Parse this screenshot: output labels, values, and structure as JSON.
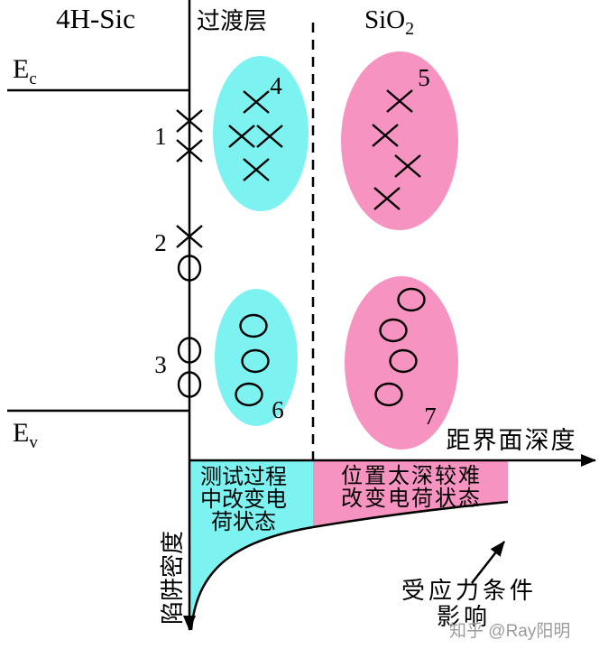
{
  "header": {
    "left": "4H-Sic",
    "middle": "过渡层",
    "right_base": "SiO",
    "right_sub": "2"
  },
  "bands": {
    "ec_base": "E",
    "ec_sub": "c",
    "ev_base": "E",
    "ev_sub": "v"
  },
  "groups": {
    "g1": "1",
    "g2": "2",
    "g3": "3",
    "g4": "4",
    "g5": "5",
    "g6": "6",
    "g7": "7"
  },
  "axis": {
    "x_label": "距界面深度",
    "y_label": "陷阱密度"
  },
  "cyan_region": {
    "line1": "测试过程",
    "line2": "中改变电",
    "line3": "荷状态"
  },
  "pink_region": {
    "line1": "位置太深较难",
    "line2": "改变电荷状态"
  },
  "stress_note": {
    "line1": "受应力条件",
    "line2": "影响"
  },
  "watermark": "知乎 @Ray阳明",
  "colors": {
    "cyan": "#7cf3f1",
    "pink": "#f693c0"
  }
}
